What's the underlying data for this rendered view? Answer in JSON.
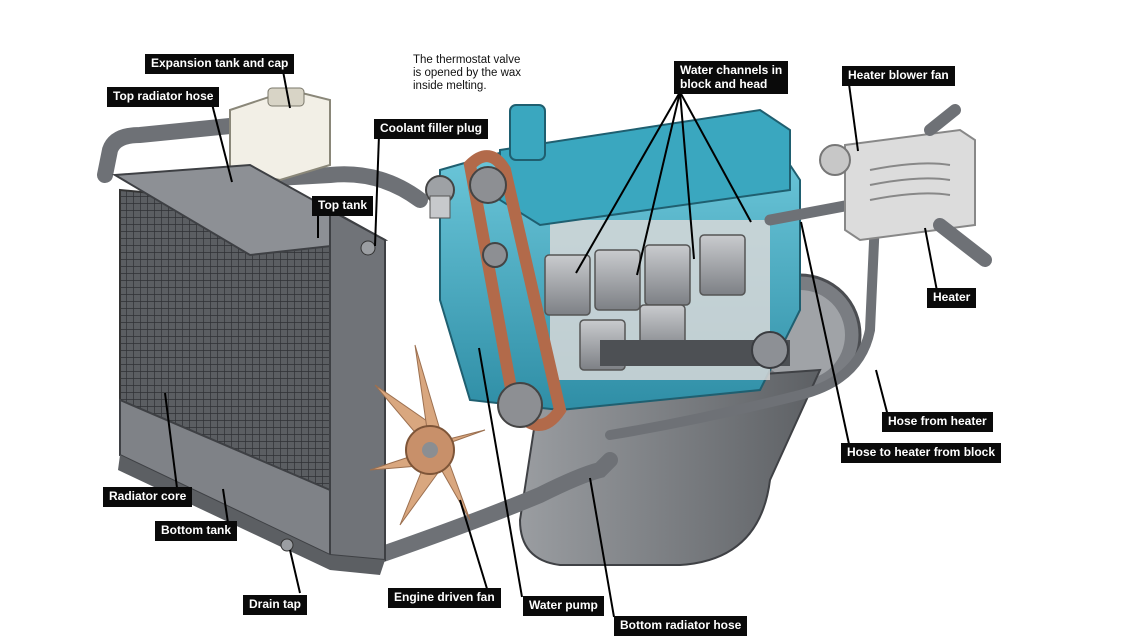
{
  "note": {
    "line1": "The thermostat valve",
    "line2": "is opened by the wax",
    "line3": "inside melting."
  },
  "labels": {
    "expansion_tank": "Expansion tank and cap",
    "top_radiator_hose": "Top radiator hose",
    "coolant_filler_plug": "Coolant filler plug",
    "top_tank": "Top tank",
    "water_channels_line1": "Water channels in",
    "water_channels_line2": "block and head",
    "heater_blower_fan": "Heater blower fan",
    "heater": "Heater",
    "hose_from_heater": "Hose from heater",
    "hose_to_heater_from_block": "Hose to heater from block",
    "radiator_core": "Radiator core",
    "bottom_tank": "Bottom tank",
    "drain_tap": "Drain tap",
    "engine_driven_fan": "Engine driven fan",
    "water_pump": "Water pump",
    "bottom_radiator_hose": "Bottom radiator hose"
  },
  "colors": {
    "label_bg": "#0a0a0a",
    "label_text": "#ffffff",
    "engine_cover": "#3aa7bf",
    "metal": "#8c8f93",
    "fan": "#d9a77f"
  }
}
